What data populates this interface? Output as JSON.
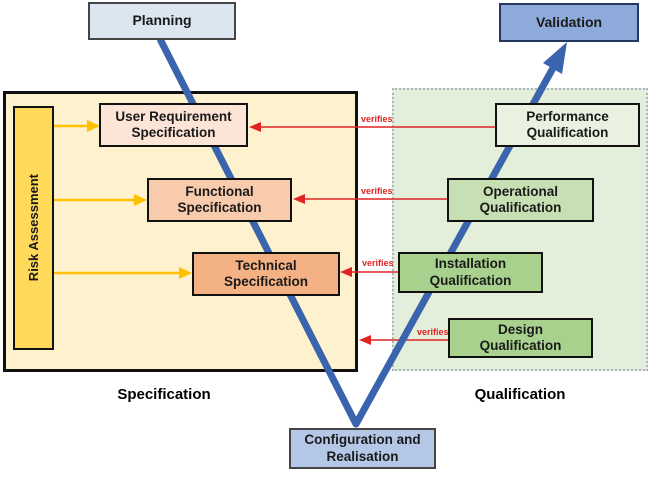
{
  "nodes": {
    "planning": {
      "label": "Planning",
      "fill": "#dce6f1"
    },
    "validation": {
      "label": "Validation",
      "fill": "#8eaadb"
    },
    "configuration": {
      "label": "Configuration and\nRealisation",
      "fill": "#b4c7e7"
    },
    "risk_assessment": {
      "label": "Risk Assessment",
      "fill": "#ffd95a"
    },
    "specification_boxes": [
      {
        "label": "User Requirement\nSpecification",
        "fill": "#fce4d6"
      },
      {
        "label": "Functional\nSpecification",
        "fill": "#f8cbad"
      },
      {
        "label": "Technical\nSpecification",
        "fill": "#f4b183"
      }
    ],
    "qualification_boxes": [
      {
        "label": "Performance\nQualification",
        "fill": "#e9f1e1"
      },
      {
        "label": "Operational\nQualification",
        "fill": "#c6e0b4"
      },
      {
        "label": "Installation\nQualification",
        "fill": "#a9d18e"
      },
      {
        "label": "Design\nQualification",
        "fill": "#a9d18e"
      }
    ]
  },
  "containers": {
    "specification_fill": "#fdf2cd",
    "qualification_fill": "#e3efdb"
  },
  "section_labels": {
    "specification": "Specification",
    "qualification": "Qualification"
  },
  "arrows": {
    "verifies_label": "verifies",
    "colors": {
      "flow_blue": "#3a64ad",
      "verify_red": "#e02424",
      "risk_yellow": "#ffc000"
    }
  }
}
